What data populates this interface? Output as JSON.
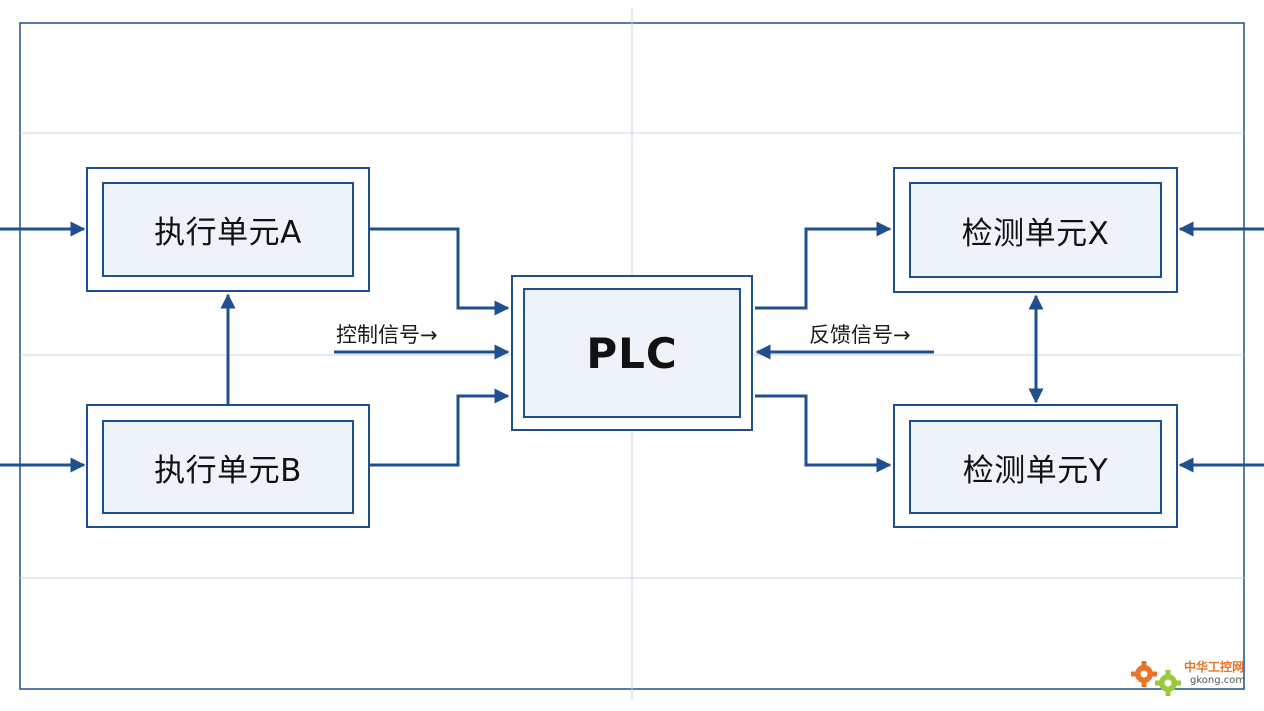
{
  "units": {
    "exec_a": "执行单元A",
    "exec_b": "执行单元B",
    "plc": "PLC",
    "detect_x": "检测单元X",
    "detect_y": "检测单元Y"
  },
  "labels": {
    "control_signal": "控制信号→",
    "feedback_signal": "反馈信号→"
  },
  "logo": {
    "brand": "中华工控网",
    "site": "gkong.com"
  },
  "colors": {
    "line": "#1f4f8f",
    "box_fill": "#eef3fa",
    "frame": "#1f4f8f",
    "logo_orange": "#e8742a",
    "logo_green": "#9acb3c"
  }
}
